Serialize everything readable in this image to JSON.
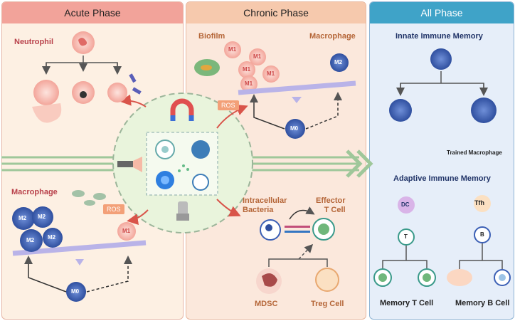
{
  "panels": {
    "acute": {
      "title": "Acute Phase"
    },
    "chronic": {
      "title": "Chronic Phase"
    },
    "all": {
      "title": "All Phase"
    }
  },
  "labels": {
    "neutrophil": "Neutrophil",
    "macrophage_acute": "Macrophage",
    "ros_acute": "ROS",
    "biofilm": "Biofilm",
    "macrophage_chronic": "Macrophage",
    "ros_chronic": "ROS",
    "intracellular_bacteria": "Intracellular\nBacteria",
    "effector_t_cell": "Effector\nT Cell",
    "mdsc": "MDSC",
    "treg_cell": "Treg Cell",
    "innate_memory": "Innate Immune Memory",
    "trained_macrophage": "Trained Macrophage",
    "adaptive_memory": "Adaptive Immune Memory",
    "dc": "DC",
    "tfh": "Tfh",
    "t": "T",
    "b": "B",
    "memory_t_cell": "Memory T Cell",
    "memory_b_cell": "Memory B Cell",
    "m1": "M1",
    "m2": "M2",
    "m0": "M0"
  },
  "colors": {
    "acute_header": "#f2a39a",
    "chronic_header": "#f6c9ad",
    "all_header": "#3fa3c8",
    "macrophage_blue": "#3b5fb5",
    "m1_pink": "#f4a49b",
    "arrow_red": "#d9544a",
    "seesaw": "#b9b3e8"
  }
}
